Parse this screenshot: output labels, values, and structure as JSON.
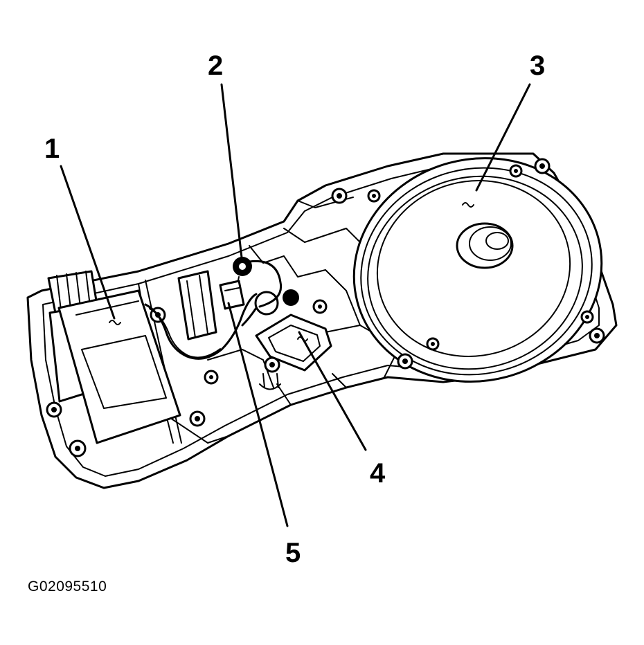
{
  "figure_id": "G02095510",
  "callouts": [
    {
      "label": "1"
    },
    {
      "label": "2"
    },
    {
      "label": "3"
    },
    {
      "label": "4"
    },
    {
      "label": "5"
    }
  ]
}
